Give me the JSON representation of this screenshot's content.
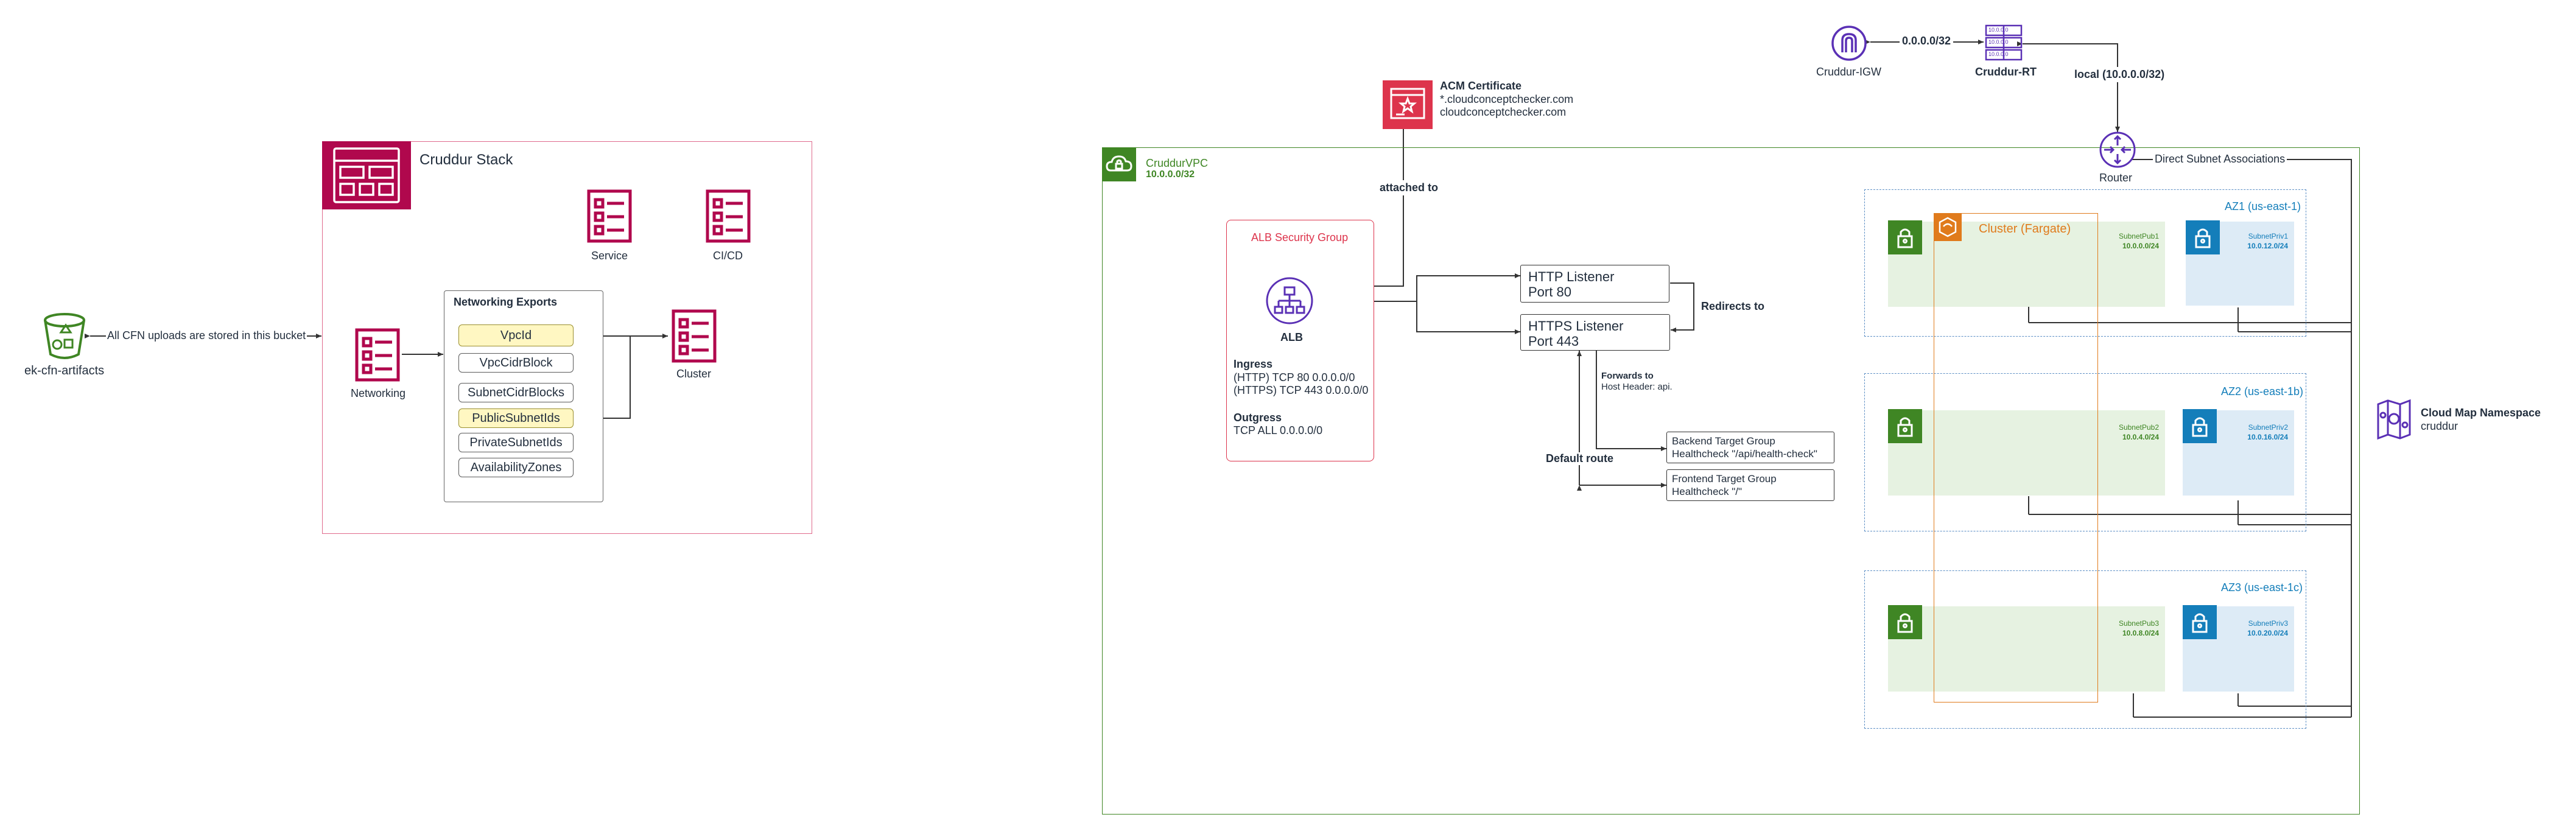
{
  "bucket": {
    "label": "ek-cfn-artifacts",
    "edge_label": "All CFN uploads are stored in this bucket"
  },
  "stack": {
    "title": "Cruddur Stack",
    "service_label": "Service",
    "cicd_label": "CI/CD",
    "networking_label": "Networking",
    "cluster_label": "Cluster",
    "exports": {
      "title": "Networking Exports",
      "items": [
        "VpcId",
        "VpcCidrBlock",
        "SubnetCidrBlocks",
        "PublicSubnetIds",
        "PrivateSubnetIds",
        "AvailabilityZones"
      ]
    }
  },
  "acm": {
    "title": "ACM Certificate",
    "domains": [
      "*.cloudconceptchecker.com",
      "cloudconceptchecker.com"
    ],
    "edge_label": "attached to"
  },
  "vpc": {
    "name": "CruddurVPC",
    "cidr": "10.0.0.0/32"
  },
  "igw": {
    "label": "Cruddur-IGW",
    "edge_label": "0.0.0.0/32"
  },
  "rt": {
    "label": "Cruddur-RT",
    "edge_label": "local (10.0.0.0/32)",
    "rows": [
      "10.0.0.0",
      "10.0.0.0",
      "10.0.0.0"
    ]
  },
  "router": {
    "label": "Router",
    "edge_label": "Direct Subnet Associations"
  },
  "alb_sg": {
    "title": "ALB Security Group",
    "alb_label": "ALB",
    "ingress_title": "Ingress",
    "ingress": [
      "(HTTP) TCP 80 0.0.0.0/0",
      "(HTTPS) TCP 443 0.0.0.0/0"
    ],
    "outgress_title": "Outgress",
    "outgress": [
      "TCP ALL 0.0.0.0/0"
    ]
  },
  "listeners": {
    "http": {
      "line1": "HTTP Listener",
      "line2": "Port 80"
    },
    "https": {
      "line1": "HTTPS Listener",
      "line2": "Port 443"
    },
    "redirect_label": "Redirects to",
    "forward_title": "Forwards to",
    "forward_sub": "Host Header: api.",
    "default_label": "Default route"
  },
  "target_groups": {
    "backend": {
      "line1": "Backend Target Group",
      "line2": "Healthcheck \"/api/health-check\""
    },
    "frontend": {
      "line1": "Frontend Target Group",
      "line2": "Healthcheck \"/\""
    }
  },
  "cluster_fargate": "Cluster (Fargate)",
  "azs": [
    {
      "name": "AZ1 (us-east-1)",
      "pub_name": "SubnetPub1",
      "pub_cidr": "10.0.0.0/24",
      "priv_name": "SubnetPriv1",
      "priv_cidr": "10.0.12.0/24"
    },
    {
      "name": "AZ2 (us-east-1b)",
      "pub_name": "SubnetPub2",
      "pub_cidr": "10.0.4.0/24",
      "priv_name": "SubnetPriv2",
      "priv_cidr": "10.0.16.0/24"
    },
    {
      "name": "AZ3 (us-east-1c)",
      "pub_name": "SubnetPub3",
      "pub_cidr": "10.0.8.0/24",
      "priv_name": "SubnetPriv3",
      "priv_cidr": "10.0.20.0/24"
    }
  ],
  "cloudmap": {
    "title": "Cloud Map Namespace",
    "name": "cruddur"
  },
  "colors": {
    "cfn": "#b0084d",
    "green": "#3f8624",
    "purple": "#5a30b5",
    "red": "#dd344c",
    "orange": "#e07b1c",
    "blue": "#147eba",
    "az_border": "#5d8fc5"
  }
}
